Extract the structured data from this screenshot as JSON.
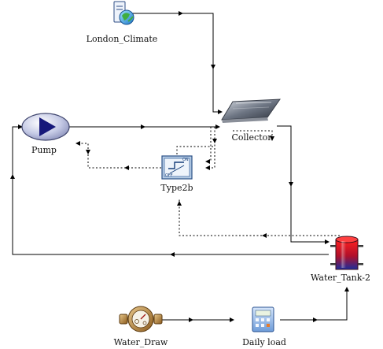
{
  "components": {
    "climate": {
      "label": "London_Climate",
      "icon": "weather-data-icon"
    },
    "pump": {
      "label": "Pump",
      "icon": "pump-icon"
    },
    "collector": {
      "label": "Collector",
      "icon": "solar-collector-icon"
    },
    "controller": {
      "label": "Type2b",
      "icon": "on-off-controller-icon",
      "on_text": "ON",
      "off_text": "OFF"
    },
    "tank": {
      "label": "Water_Tank-2",
      "icon": "storage-tank-icon"
    },
    "water_draw": {
      "label": "Water_Draw",
      "icon": "water-meter-icon"
    },
    "daily_load": {
      "label": "Daily load",
      "icon": "calculator-icon"
    }
  },
  "link_types": {
    "fluid": "solid",
    "control": "dashed"
  }
}
